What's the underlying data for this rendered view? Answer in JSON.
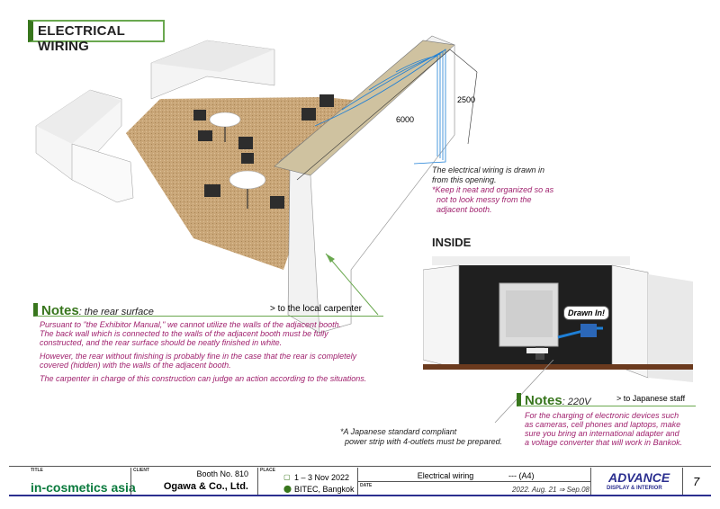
{
  "title": "ELECTRICAL WIRING",
  "dimensions": {
    "height": "2500",
    "length": "6000"
  },
  "callout_wiring": {
    "line1": "The electrical wiring is drawn in",
    "line2": "from this opening.",
    "note1": "*Keep it neat and organized so as",
    "note2": "not to look messy from the",
    "note3": "adjacent booth."
  },
  "inside": {
    "heading": "INSIDE",
    "drawn_in": "Drawn In!"
  },
  "notes_rear": {
    "label": "Notes",
    "subject": ": the rear surface",
    "target": "> to the local carpenter",
    "p1_l1": "Pursuant to \"the Exhibitor Manual,\"  we cannot utilize the walls of the adjacent booth.",
    "p1_l2": "The back wall which is connected to the walls of the adjacent booth must be fully",
    "p1_l3": "constructed, and the rear surface should be neatly finished in white.",
    "p2_l1": "However, the rear without finishing is probably fine in the case that the rear is completely",
    "p2_l2": "covered (hidden) with the walls of the adjacent booth.",
    "p3": "The carpenter in charge of this construction can judge an action according to the situations."
  },
  "power_strip": {
    "line1": "*A Japanese standard compliant",
    "line2": "power strip with 4-outlets must be prepared."
  },
  "notes_power": {
    "label": "Notes",
    "subject": ": 220V",
    "target": "> to Japanese staff",
    "l1": "For the charging of electronic devices such",
    "l2": "as cameras, cell phones and laptops, make",
    "l3": "sure you bring an international adapter and",
    "l4": "a voltage converter that will work in Bankok."
  },
  "footer": {
    "title_label": "TITLE",
    "event": "in-cosmetics asia",
    "client_label": "CLIENT",
    "booth": "Booth No. 810",
    "client": "Ogawa & Co., Ltd.",
    "place_label": "PLACE",
    "dates": "1 – 3 Nov 2022",
    "venue": "BITEC, Bangkok",
    "sheet_title": "Electrical wiring",
    "size": "--- (A4)",
    "date_label": "DATE",
    "date": "2022. Aug. 21 ⇒ Sep.08",
    "brand_main": "ADVANCE",
    "brand_sub": "DISPLAY & INTERIOR",
    "page": "7"
  },
  "colors": {
    "green": "#38761d",
    "magenta": "#a0226e",
    "wire": "#1e7fd6"
  }
}
